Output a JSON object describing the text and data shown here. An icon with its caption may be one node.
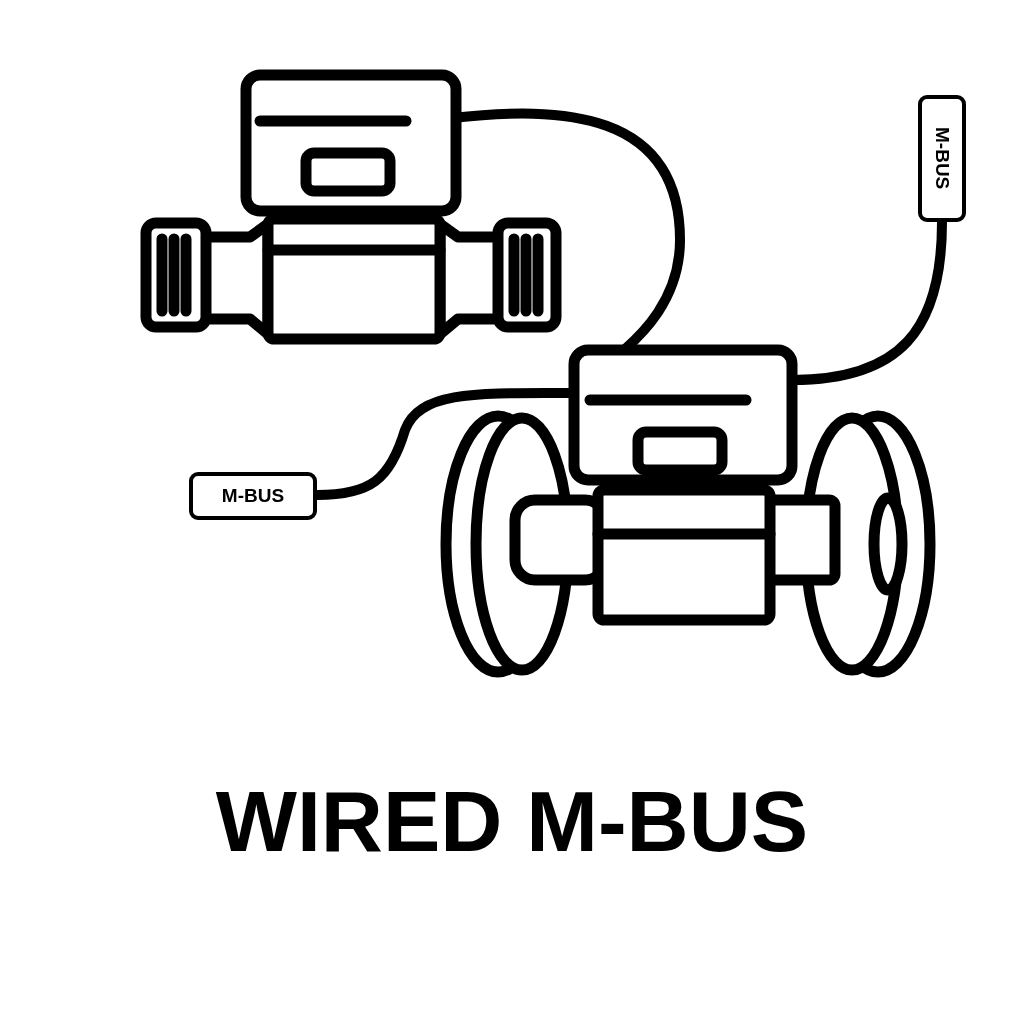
{
  "diagram": {
    "title": "WIRED M-BUS",
    "nodes": [
      {
        "text": [],
        "shape": "picture"
      },
      {
        "text": [
          "M-BUS"
        ]
      },
      {
        "text": [],
        "shape": "picture"
      },
      {
        "text": [
          "M-BUS"
        ]
      }
    ],
    "edges": [
      {
        "from": 0,
        "to": 2,
        "arrow": "none"
      },
      {
        "from": 2,
        "to": 1,
        "arrow": "none"
      },
      {
        "from": 2,
        "to": 3,
        "arrow": "none"
      }
    ]
  }
}
